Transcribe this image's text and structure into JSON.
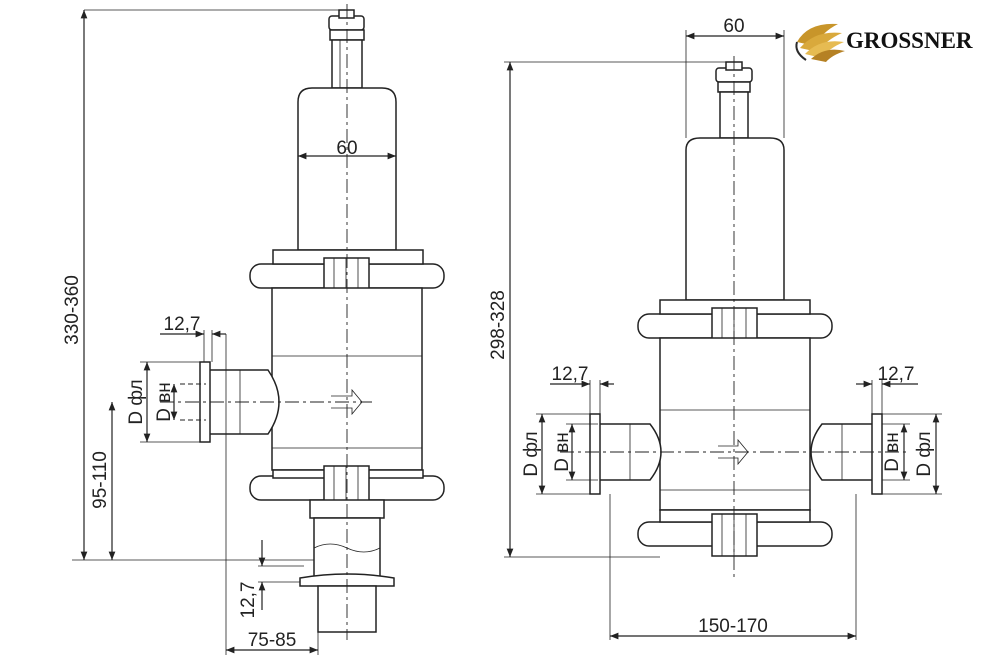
{
  "brand": {
    "name": "GROSSNER",
    "colors": {
      "gold": "#c8952a",
      "dark": "#2b2b2b"
    }
  },
  "left_view": {
    "dims": {
      "top_width": "60",
      "total_height": "330-360",
      "inlet_height": "95-110",
      "pipe_wall_side": "12,7",
      "pipe_wall_bottom": "12,7",
      "outlet_offset": "75-85",
      "d_flange": "D фл",
      "d_inner": "D вн"
    }
  },
  "right_view": {
    "dims": {
      "top_width": "60",
      "total_height": "298-328",
      "face_to_face": "150-170",
      "pipe_wall_left": "12,7",
      "pipe_wall_right": "12,7",
      "d_flange_left": "D фл",
      "d_inner_left": "D вн",
      "d_inner_right": "D вн",
      "d_flange_right": "D фл"
    }
  }
}
